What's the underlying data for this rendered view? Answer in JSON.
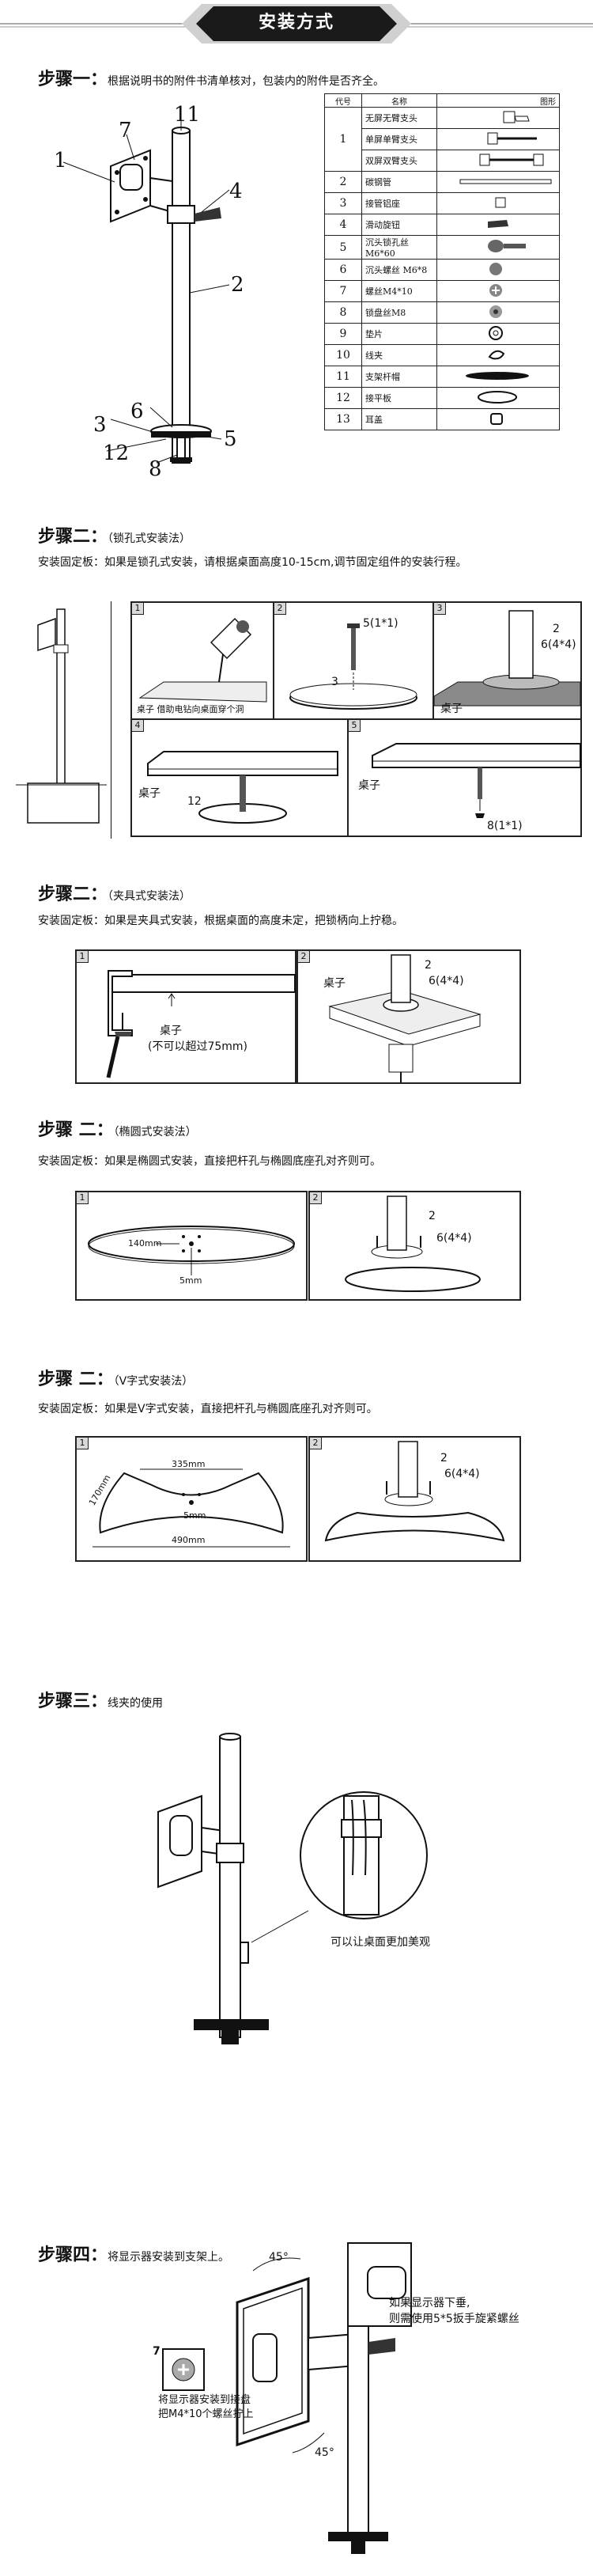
{
  "header": {
    "title": "安装方式",
    "colors": {
      "bar": "#1a1a1a",
      "accent": "#d0d0d0"
    }
  },
  "step1": {
    "heading": "步骤一：",
    "text": "根据说明书的附件书清单核对，包装内的附件是否齐全。",
    "callouts": [
      "11",
      "7",
      "1",
      "4",
      "2",
      "6",
      "3",
      "12",
      "5",
      "8"
    ]
  },
  "parts_table": {
    "headers": [
      "代号",
      "名称",
      "图形"
    ],
    "rows": [
      {
        "no": "1",
        "names": [
          "无屏无臂支头",
          "单屏单臂支头",
          "双屏双臂支头"
        ]
      },
      {
        "no": "2",
        "names": [
          "碳钢管"
        ]
      },
      {
        "no": "3",
        "names": [
          "接管铝座"
        ]
      },
      {
        "no": "4",
        "names": [
          "滑动旋钮"
        ]
      },
      {
        "no": "5",
        "names": [
          "沉头锁孔丝 M6*60"
        ]
      },
      {
        "no": "6",
        "names": [
          "沉头螺丝 M6*8"
        ]
      },
      {
        "no": "7",
        "names": [
          "螺丝M4*10"
        ]
      },
      {
        "no": "8",
        "names": [
          "锁盘丝M8"
        ]
      },
      {
        "no": "9",
        "names": [
          "垫片"
        ]
      },
      {
        "no": "10",
        "names": [
          "线夹"
        ]
      },
      {
        "no": "11",
        "names": [
          "支架杆帽"
        ]
      },
      {
        "no": "12",
        "names": [
          "接平板"
        ]
      },
      {
        "no": "13",
        "names": [
          "耳盖"
        ]
      }
    ]
  },
  "step2a": {
    "heading": "步骤二：",
    "sub": "（锁孔式安装法）",
    "text": "安装固定板：如果是锁孔式安装，请根据桌面高度10-15cm,调节固定组件的安装行程。",
    "panels": [
      {
        "num": "1",
        "caption": "桌子  借助电钻向桌面穿个洞"
      },
      {
        "num": "2",
        "labels": [
          "5(1*1)",
          "3"
        ]
      },
      {
        "num": "3",
        "labels": [
          "2",
          "6(4*4)",
          "桌子"
        ]
      },
      {
        "num": "4",
        "labels": [
          "桌子",
          "12"
        ]
      },
      {
        "num": "5",
        "labels": [
          "桌子",
          "8(1*1)"
        ]
      }
    ]
  },
  "step2b": {
    "heading": "步骤二：",
    "sub": "（夹具式安装法）",
    "text": "安装固定板：如果是夹具式安装，根据桌面的高度未定，把锁柄向上拧稳。",
    "panels": [
      {
        "num": "1",
        "labels": [
          "桌子",
          "(不可以超过75mm)"
        ]
      },
      {
        "num": "2",
        "labels": [
          "桌子",
          "2",
          "6(4*4)"
        ]
      }
    ]
  },
  "step2c": {
    "heading": "步骤 二：",
    "sub": "（椭圆式安装法）",
    "text": "安装固定板：如果是椭圆式安装，直接把杆孔与椭圆底座孔对齐则可。",
    "panels": [
      {
        "num": "1",
        "labels": [
          "140mm",
          "5mm"
        ]
      },
      {
        "num": "2",
        "labels": [
          "2",
          "6(4*4)"
        ]
      }
    ]
  },
  "step2d": {
    "heading": "步骤 二：",
    "sub": "（V字式安装法）",
    "text": "安装固定板：如果是V字式安装，直接把杆孔与椭圆底座孔对齐则可。",
    "panels": [
      {
        "num": "1",
        "labels": [
          "335mm",
          "5mm",
          "490mm",
          "170mm"
        ]
      },
      {
        "num": "2",
        "labels": [
          "2",
          "6(4*4)"
        ]
      }
    ]
  },
  "step3": {
    "heading": "步骤三：",
    "sub": "线夹的使用",
    "caption": "可以让桌面更加美观"
  },
  "step4": {
    "heading": "步骤四：",
    "sub": "将显示器安装到支架上。",
    "angle_top": "45°",
    "angle_bottom": "45°",
    "note_right": [
      "如果显示器下垂,",
      "则需使用5*5扳手旋紧螺丝"
    ],
    "screw_num": "7",
    "note_left": [
      "将显示器安装到接盘",
      "把M4*10个螺丝拧上"
    ]
  }
}
